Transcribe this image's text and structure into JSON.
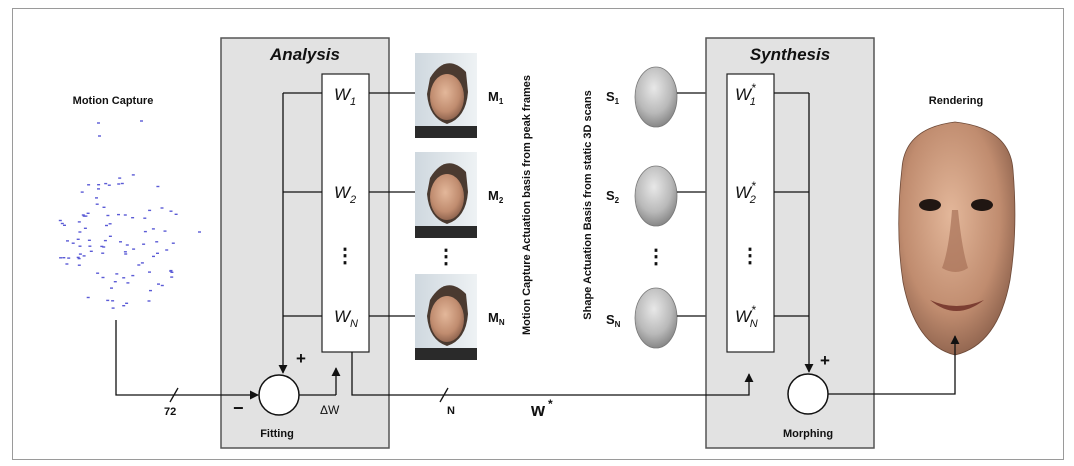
{
  "analysis": {
    "title": "Analysis",
    "weights": [
      "W",
      "W",
      "W"
    ],
    "weight_subscripts": [
      "1",
      "2",
      "N"
    ],
    "dots": "⋮",
    "fitting_label": "Fitting",
    "plus": "+",
    "minus": "−",
    "delta_w": "ΔW"
  },
  "synthesis": {
    "title": "Synthesis",
    "weights": [
      "W",
      "W",
      "W"
    ],
    "weight_subscripts": [
      "1",
      "2",
      "N"
    ],
    "star": "*",
    "dots": "⋮",
    "morphing_label": "Morphing",
    "plus": "+"
  },
  "motion_capture": {
    "label": "Motion Capture"
  },
  "mocap_basis": {
    "caption": "Motion Capture Actuation basis from peak frames",
    "labels": [
      "M",
      "M",
      "M"
    ],
    "subscripts": [
      "1",
      "2",
      "N"
    ],
    "dots": "⋮"
  },
  "shape_basis": {
    "caption": "Shape Actuation Basis from static 3D scans",
    "labels": [
      "S",
      "S",
      "S"
    ],
    "subscripts": [
      "1",
      "2",
      "N"
    ],
    "dots": "⋮"
  },
  "rendering": {
    "label": "Rendering"
  },
  "signals": {
    "mocap_dim": "72",
    "weight_dim": "N",
    "w_star": "w",
    "w_star_sup": "*"
  }
}
